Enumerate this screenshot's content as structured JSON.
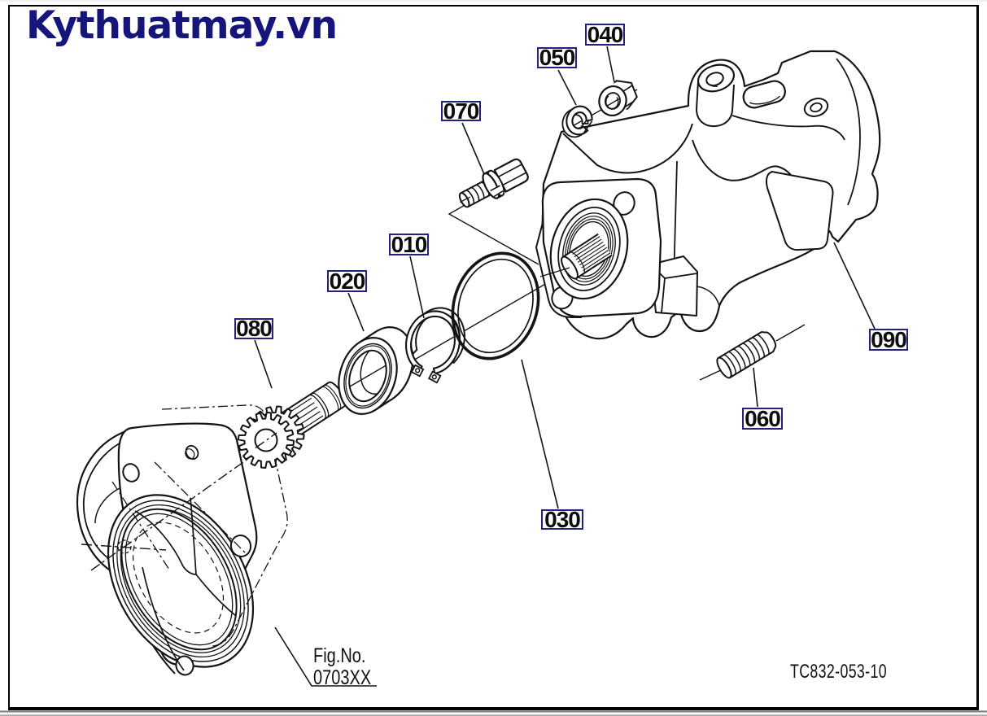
{
  "page": {
    "brand_logo_text": "Kythuatmay.vn",
    "brand_color": "#15157c",
    "background": "#ffffff",
    "frame_border_color": "#000000"
  },
  "diagram": {
    "figure_label": "Fig.No.",
    "figure_number": "0703XX",
    "drawing_code": "TC832-053-10",
    "line_color": "#141414",
    "label_box_border_color": "#22227a",
    "label_text_color": "#0d0d0d",
    "part_labels": [
      {
        "ref": "010"
      },
      {
        "ref": "020"
      },
      {
        "ref": "030"
      },
      {
        "ref": "040"
      },
      {
        "ref": "050"
      },
      {
        "ref": "060"
      },
      {
        "ref": "070"
      },
      {
        "ref": "080"
      },
      {
        "ref": "090"
      }
    ]
  }
}
